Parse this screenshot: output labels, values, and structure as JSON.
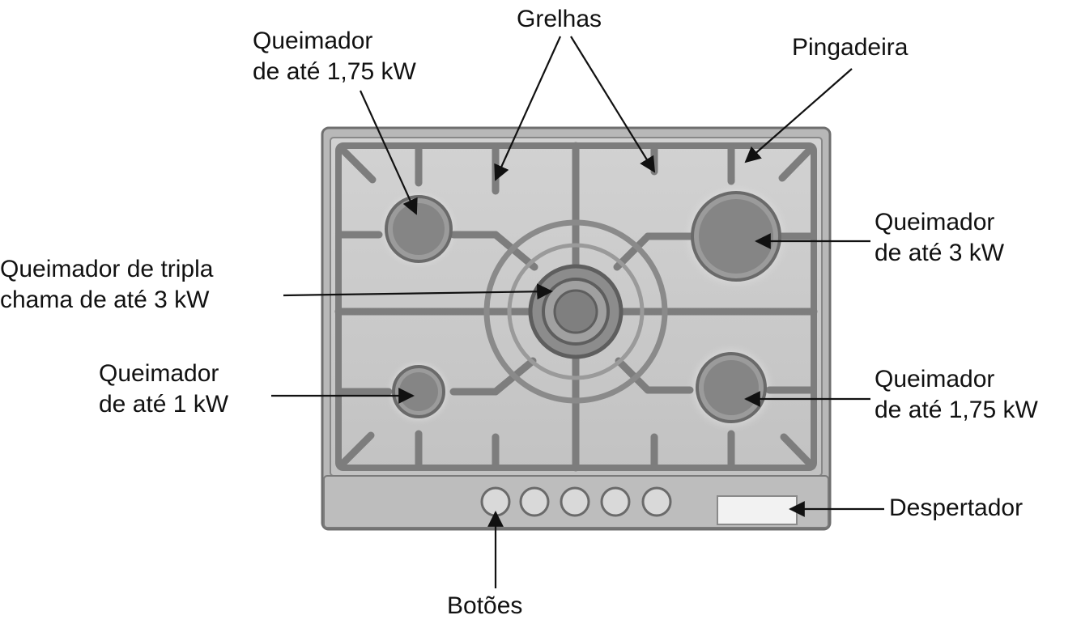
{
  "labels": {
    "grelhas": "Grelhas",
    "pingadeira": "Pingadeira",
    "queimador_top_left": [
      "Queimador",
      "de até 1,75 kW"
    ],
    "queimador_right_big": [
      "Queimador",
      "de até 3 kW"
    ],
    "queimador_center": [
      "Queimador de tripla",
      "chama de até 3 kW"
    ],
    "queimador_bottom_left": [
      "Queimador",
      "de até 1 kW"
    ],
    "queimador_bottom_right": [
      "Queimador",
      "de até 1,75 kW"
    ],
    "despertador": "Despertador",
    "botoes": "Botões"
  },
  "colors": {
    "frame": "#b3b3b3",
    "frame_dark": "#6f6f6f",
    "surface": "#c9c9c9",
    "burner": "#8a8a8a",
    "grate": "#7d7d7d",
    "text": "#111111"
  }
}
